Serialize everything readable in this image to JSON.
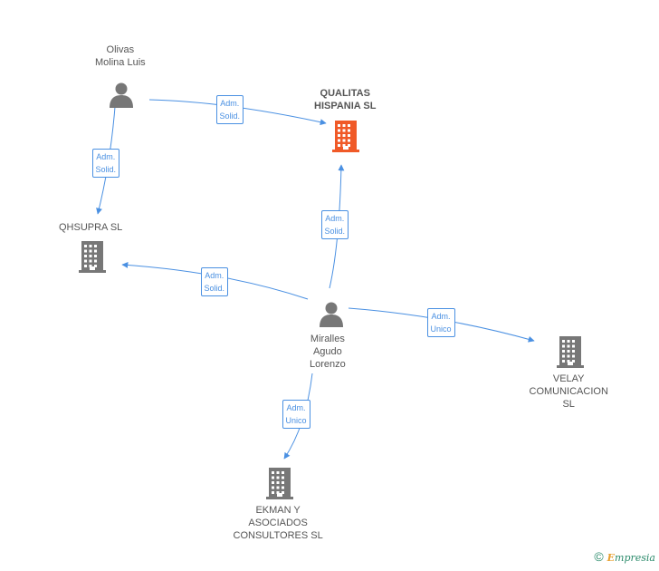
{
  "nodes": [
    {
      "id": "olivas",
      "type": "person",
      "lines": [
        "Olivas",
        "Molina Luis"
      ],
      "color": "#777777"
    },
    {
      "id": "qualitas",
      "type": "company",
      "lines": [
        "QUALITAS",
        "HISPANIA SL"
      ],
      "color": "#f05a28",
      "main": true
    },
    {
      "id": "qhsupra",
      "type": "company",
      "lines": [
        "QHSUPRA  SL"
      ],
      "color": "#777777"
    },
    {
      "id": "miralles",
      "type": "person",
      "lines": [
        "Miralles",
        "Agudo",
        "Lorenzo"
      ],
      "color": "#777777"
    },
    {
      "id": "velay",
      "type": "company",
      "lines": [
        "VELAY",
        "COMUNICACION",
        "SL"
      ],
      "color": "#777777"
    },
    {
      "id": "ekman",
      "type": "company",
      "lines": [
        "EKMAN Y",
        "ASOCIADOS",
        "CONSULTORES SL"
      ],
      "color": "#777777"
    }
  ],
  "edges": [
    {
      "from": "olivas",
      "to": "qualitas",
      "lines": [
        "Adm.",
        "Solid."
      ]
    },
    {
      "from": "olivas",
      "to": "qhsupra",
      "lines": [
        "Adm.",
        "Solid."
      ]
    },
    {
      "from": "miralles",
      "to": "qualitas",
      "lines": [
        "Adm.",
        "Solid."
      ]
    },
    {
      "from": "miralles",
      "to": "qhsupra",
      "lines": [
        "Adm.",
        "Solid."
      ]
    },
    {
      "from": "miralles",
      "to": "velay",
      "lines": [
        "Adm.",
        "Unico"
      ]
    },
    {
      "from": "miralles",
      "to": "ekman",
      "lines": [
        "Adm.",
        "Unico"
      ]
    }
  ],
  "edge_color": "#4a90e2",
  "footer": {
    "copyright_symbol": "©",
    "brand_first": "E",
    "brand_rest": "mpresia"
  }
}
